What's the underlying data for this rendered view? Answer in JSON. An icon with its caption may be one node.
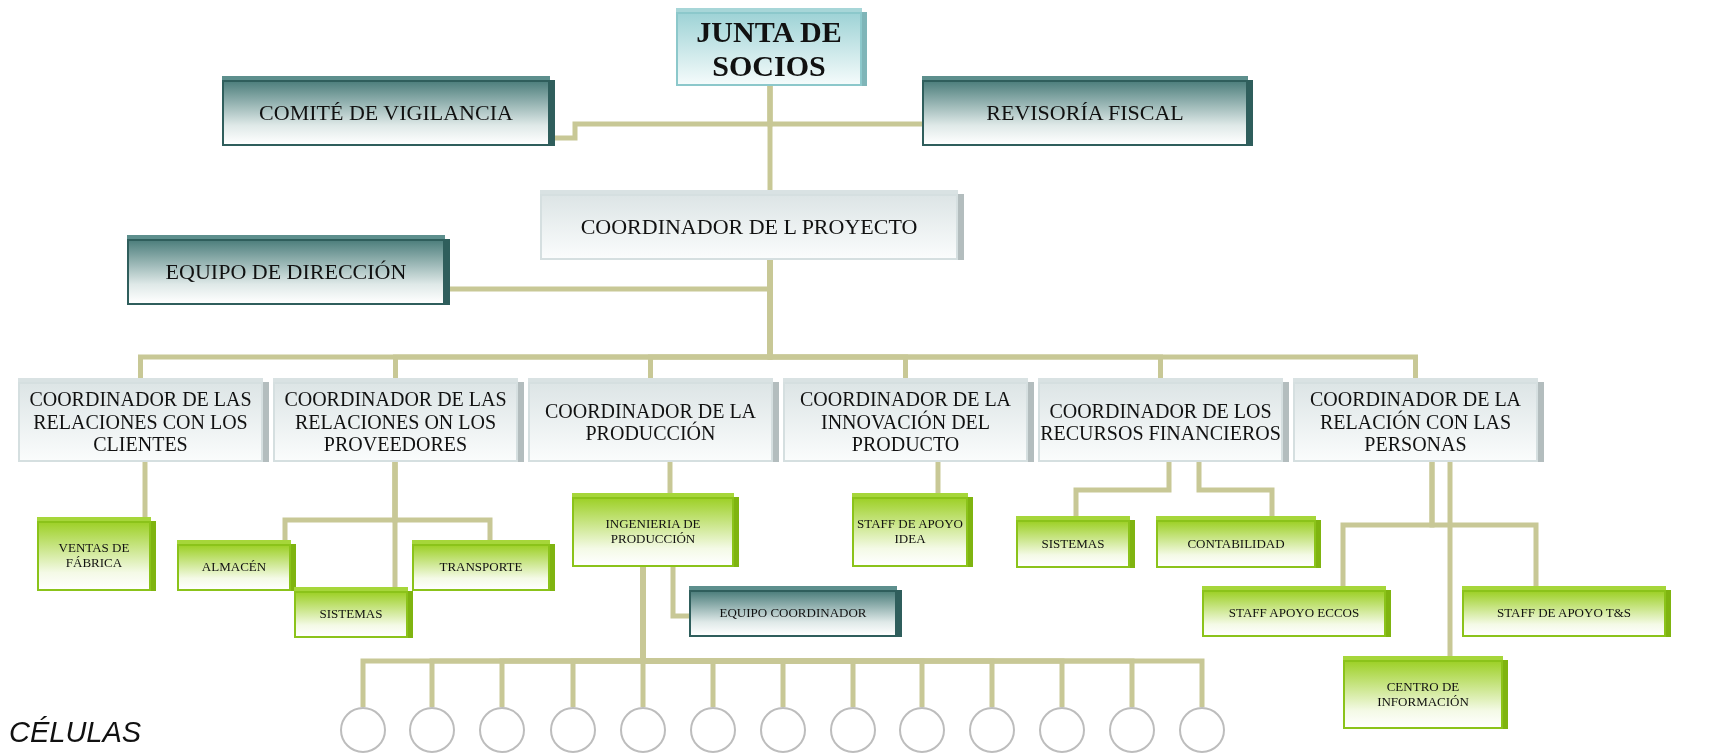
{
  "diagram": {
    "nodes": [
      {
        "text": [
          "JUNTA DE SOCIOS"
        ]
      },
      {
        "text": [
          "COMITÉ  DE VIGILANCIA"
        ]
      },
      {
        "text": [
          "REVISORÍA FISCAL"
        ]
      },
      {
        "text": [
          "COORDINADOR DE L PROYECTO"
        ]
      },
      {
        "text": [
          "EQUIPO DE DIRECCIÓN"
        ]
      },
      {
        "text": [
          "COORDINADOR DE LAS RELACIONES CON LOS CLIENTES"
        ]
      },
      {
        "text": [
          "COORDINADOR DE LAS RELACIONES ON LOS PROVEEDORES"
        ]
      },
      {
        "text": [
          "COORDINADOR DE LA PRODUCCIÓN"
        ]
      },
      {
        "text": [
          "COORDINADOR DE LA INNOVACIÓN DEL PRODUCTO"
        ]
      },
      {
        "text": [
          "COORDINADOR DE LOS RECURSOS FINANCIEROS"
        ]
      },
      {
        "text": [
          "COORDINADOR DE LA RELACIÓN CON LAS PERSONAS"
        ]
      },
      {
        "text": [
          "VENTAS DE FÁBRICA"
        ]
      },
      {
        "text": [
          "ALMACÉN"
        ]
      },
      {
        "text": [
          "SISTEMAS"
        ]
      },
      {
        "text": [
          "TRANSPORTE"
        ]
      },
      {
        "text": [
          "INGENIERIA DE PRODUCCIÓN"
        ]
      },
      {
        "text": [
          "EQUIPO COORDINADOR"
        ]
      },
      {
        "text": [
          "STAFF  DE APOYO IDEA"
        ]
      },
      {
        "text": [
          "SISTEMAS"
        ]
      },
      {
        "text": [
          "CONTABILIDAD"
        ]
      },
      {
        "text": [
          "STAFF  APOYO ECCOS"
        ]
      },
      {
        "text": [
          "STAFF DE APOYO  T&S"
        ]
      },
      {
        "text": [
          "CENTRO DE INFORMACIÓN"
        ]
      },
      {
        "text": [],
        "shape": "circle"
      },
      {
        "text": [],
        "shape": "circle"
      },
      {
        "text": [],
        "shape": "circle"
      },
      {
        "text": [],
        "shape": "circle"
      },
      {
        "text": [],
        "shape": "circle"
      },
      {
        "text": [],
        "shape": "circle"
      },
      {
        "text": [],
        "shape": "circle"
      },
      {
        "text": [],
        "shape": "circle"
      },
      {
        "text": [],
        "shape": "circle"
      },
      {
        "text": [],
        "shape": "circle"
      },
      {
        "text": [],
        "shape": "circle"
      },
      {
        "text": [],
        "shape": "circle"
      },
      {
        "text": [],
        "shape": "circle"
      }
    ],
    "edges": [
      {
        "from": 0,
        "to": 1,
        "arrow": "none"
      },
      {
        "from": 0,
        "to": 2,
        "arrow": "none"
      },
      {
        "from": 0,
        "to": 3,
        "arrow": "none"
      },
      {
        "from": 3,
        "to": 4,
        "arrow": "none"
      },
      {
        "from": 3,
        "to": 5,
        "arrow": "none"
      },
      {
        "from": 3,
        "to": 6,
        "arrow": "none"
      },
      {
        "from": 3,
        "to": 7,
        "arrow": "none"
      },
      {
        "from": 3,
        "to": 8,
        "arrow": "none"
      },
      {
        "from": 3,
        "to": 9,
        "arrow": "none"
      },
      {
        "from": 3,
        "to": 10,
        "arrow": "none"
      },
      {
        "from": 5,
        "to": 11,
        "arrow": "none"
      },
      {
        "from": 6,
        "to": 12,
        "arrow": "none"
      },
      {
        "from": 6,
        "to": 13,
        "arrow": "none"
      },
      {
        "from": 6,
        "to": 14,
        "arrow": "none"
      },
      {
        "from": 7,
        "to": 15,
        "arrow": "none"
      },
      {
        "from": 15,
        "to": 16,
        "arrow": "none"
      },
      {
        "from": 8,
        "to": 17,
        "arrow": "none"
      },
      {
        "from": 9,
        "to": 18,
        "arrow": "none"
      },
      {
        "from": 9,
        "to": 19,
        "arrow": "none"
      },
      {
        "from": 10,
        "to": 20,
        "arrow": "none"
      },
      {
        "from": 10,
        "to": 21,
        "arrow": "none"
      },
      {
        "from": 10,
        "to": 22,
        "arrow": "none"
      },
      {
        "from": 15,
        "to": 23,
        "arrow": "none"
      },
      {
        "from": 15,
        "to": 24,
        "arrow": "none"
      },
      {
        "from": 15,
        "to": 25,
        "arrow": "none"
      },
      {
        "from": 15,
        "to": 26,
        "arrow": "none"
      },
      {
        "from": 15,
        "to": 27,
        "arrow": "none"
      },
      {
        "from": 15,
        "to": 28,
        "arrow": "none"
      },
      {
        "from": 15,
        "to": 29,
        "arrow": "none"
      },
      {
        "from": 15,
        "to": 30,
        "arrow": "none"
      },
      {
        "from": 15,
        "to": 31,
        "arrow": "none"
      },
      {
        "from": 15,
        "to": 32,
        "arrow": "none"
      },
      {
        "from": 15,
        "to": 33,
        "arrow": "none"
      },
      {
        "from": 15,
        "to": 34,
        "arrow": "none"
      },
      {
        "from": 15,
        "to": 35,
        "arrow": "none"
      }
    ],
    "labels": [
      "CÉLULAS"
    ]
  }
}
